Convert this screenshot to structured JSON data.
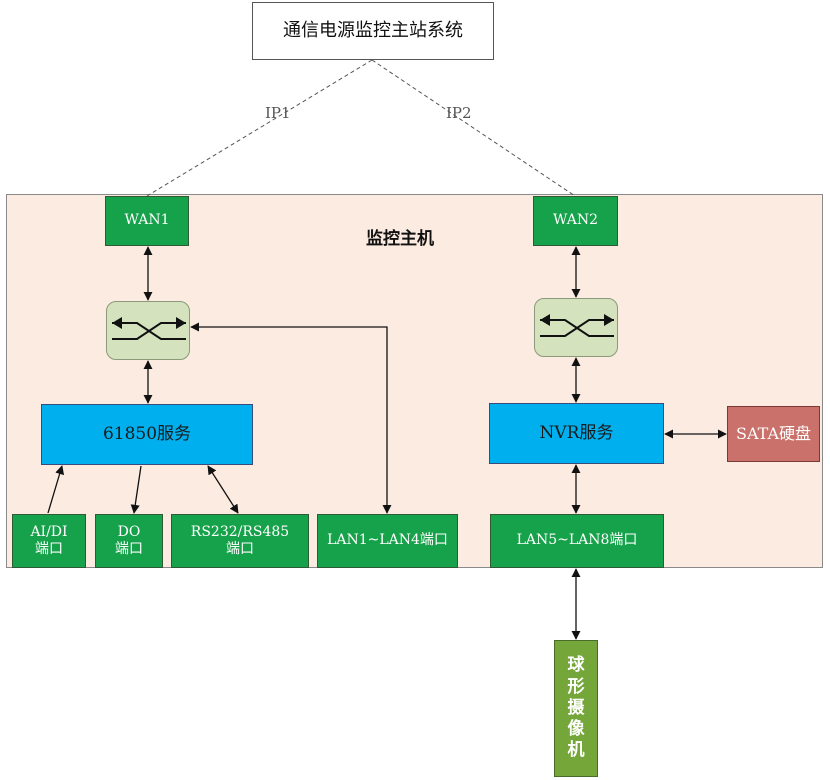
{
  "top_system": {
    "label": "通信电源监控主站系统"
  },
  "links": {
    "ip1": "IP1",
    "ip2": "IP2"
  },
  "host": {
    "title": "监控主机"
  },
  "left": {
    "wan": "WAN1",
    "service": "61850服务",
    "ports": [
      {
        "label": "AI/DI\n端口"
      },
      {
        "label": "DO\n端口"
      },
      {
        "label": "RS232/RS485\n端口"
      },
      {
        "label": "LAN1~LAN4端口"
      }
    ]
  },
  "right": {
    "wan": "WAN2",
    "service": "NVR服务",
    "storage": "SATA硬盘",
    "port": "LAN5~LAN8端口",
    "camera": [
      "球",
      "形",
      "摄",
      "像",
      "机"
    ]
  },
  "colors": {
    "green": "#16a24a",
    "blue": "#00b0ee",
    "red": "#c9716a",
    "olive": "#74a63a",
    "switch": "#d4e3bd",
    "panel": "#fcebe0"
  }
}
